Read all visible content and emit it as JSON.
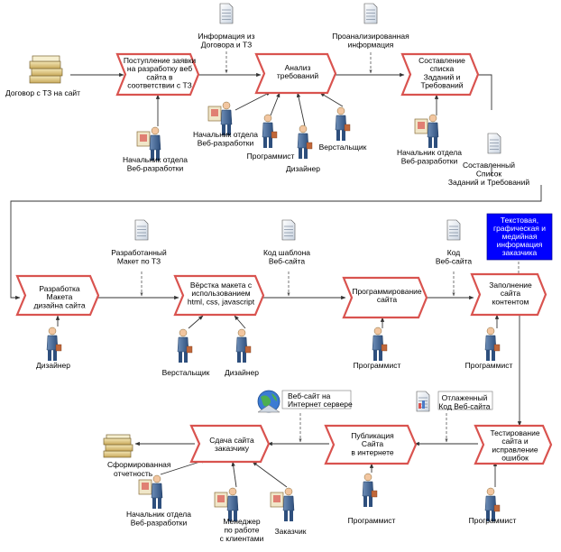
{
  "processes": [
    {
      "id": "p1",
      "lines": [
        "Поступление заявки",
        "на разработку веб",
        "сайта в",
        "соответствии с ТЗ"
      ]
    },
    {
      "id": "p2",
      "lines": [
        "Анализ",
        "требований"
      ]
    },
    {
      "id": "p3",
      "lines": [
        "Составление",
        "списка",
        "Заданий и",
        "Требований"
      ]
    },
    {
      "id": "p4",
      "lines": [
        "Разработка",
        "Макета",
        "дизайна сайта"
      ]
    },
    {
      "id": "p5",
      "lines": [
        "Вёрстка макета с",
        "использованием",
        "html, css, javascript"
      ]
    },
    {
      "id": "p6",
      "lines": [
        "Программирование",
        "сайта"
      ]
    },
    {
      "id": "p7",
      "lines": [
        "Заполнение",
        "сайта",
        "контентом"
      ]
    },
    {
      "id": "p8",
      "lines": [
        "Тестирование",
        "сайта и",
        "исправление",
        "ошибок"
      ]
    },
    {
      "id": "p9",
      "lines": [
        "Публикация",
        "Сайта",
        "в интернете"
      ]
    },
    {
      "id": "p10",
      "lines": [
        "Сдача сайта",
        "заказчику"
      ]
    }
  ],
  "documents": [
    {
      "id": "d1",
      "lines": [
        "Информация из",
        "Договора и ТЗ"
      ]
    },
    {
      "id": "d2",
      "lines": [
        "Проанализированная",
        "информация"
      ]
    },
    {
      "id": "d3",
      "lines": [
        "Составленный",
        "Список",
        "Заданий и Требований"
      ]
    },
    {
      "id": "d4",
      "lines": [
        "Разработанный",
        "Макет по ТЗ"
      ]
    },
    {
      "id": "d5",
      "lines": [
        "Код шаблона",
        "Веб-сайта"
      ]
    },
    {
      "id": "d6",
      "lines": [
        "Код",
        "Веб-сайта"
      ]
    },
    {
      "id": "d7",
      "lines": [
        "Отлаженный",
        "Код Веб-сайта"
      ]
    }
  ],
  "stores": [
    {
      "id": "s1",
      "label": "Договор с ТЗ на сайт"
    },
    {
      "id": "s2",
      "lines": [
        "Сформированная",
        "отчетность"
      ]
    }
  ],
  "web_resource": {
    "lines": [
      "Веб-сайт на",
      "Интернет сервере"
    ]
  },
  "info_box": {
    "lines": [
      "Текстовая,",
      "графическая и",
      "медийная",
      "информация",
      "заказчика"
    ],
    "color": "#0000ff"
  },
  "people": [
    {
      "id": "r1",
      "lines": [
        "Начальник отдела",
        "Веб-разработки"
      ]
    },
    {
      "id": "r2",
      "lines": [
        "Начальник отдела",
        "Веб-разработки"
      ]
    },
    {
      "id": "r3",
      "lines": [
        "Программист"
      ]
    },
    {
      "id": "r4",
      "lines": [
        "Дизайнер"
      ]
    },
    {
      "id": "r5",
      "lines": [
        "Верстальщик"
      ]
    },
    {
      "id": "r6",
      "lines": [
        "Начальник отдела",
        "Веб-разработки"
      ]
    },
    {
      "id": "r7",
      "lines": [
        "Дизайнер"
      ]
    },
    {
      "id": "r8",
      "lines": [
        "Верстальщик"
      ]
    },
    {
      "id": "r9",
      "lines": [
        "Дизайнер"
      ]
    },
    {
      "id": "r10",
      "lines": [
        "Программист"
      ]
    },
    {
      "id": "r11",
      "lines": [
        "Программист"
      ]
    },
    {
      "id": "r12",
      "lines": [
        "Программист"
      ]
    },
    {
      "id": "r13",
      "lines": [
        "Программист"
      ]
    },
    {
      "id": "r14",
      "lines": [
        "Начальник отдела",
        "Веб-разработки"
      ]
    },
    {
      "id": "r15",
      "lines": [
        "Менеджер",
        "по работе",
        "с клиентами"
      ]
    },
    {
      "id": "r16",
      "lines": [
        "Заказчик"
      ]
    }
  ],
  "colors": {
    "process_stroke": "#d9534f",
    "process_fill": "#ffffff",
    "arrow": "#333333",
    "dashed": "#555555"
  }
}
